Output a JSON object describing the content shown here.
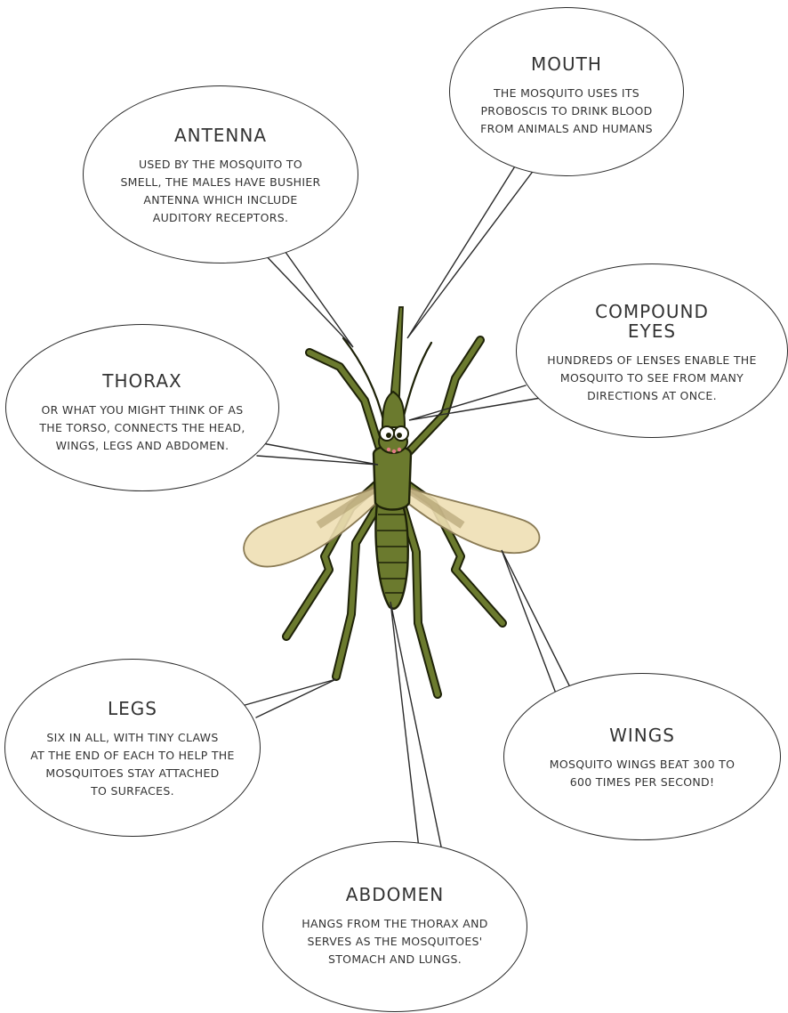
{
  "labels": {
    "mouth": {
      "title": "MOUTH",
      "text": "THE MOSQUITO USES ITS\nPROBOSCIS TO DRINK BLOOD\nFROM ANIMALS AND HUMANS"
    },
    "antenna": {
      "title": "ANTENNA",
      "text": "USED BY THE MOSQUITO TO\nSMELL, THE MALES HAVE BUSHIER\nANTENNA WHICH INCLUDE\nAUDITORY RECEPTORS."
    },
    "compound_eyes": {
      "title": "COMPOUND\nEYES",
      "text": "HUNDREDS OF LENSES ENABLE THE\nMOSQUITO TO SEE FROM MANY\nDIRECTIONS AT ONCE."
    },
    "thorax": {
      "title": "THORAX",
      "text": "OR WHAT YOU MIGHT THINK OF AS\nTHE TORSO, CONNECTS THE HEAD,\nWINGS, LEGS AND ABDOMEN."
    },
    "legs": {
      "title": "LEGS",
      "text": "SIX IN ALL, WITH TINY CLAWS\nAT THE END OF EACH TO HELP THE\nMOSQUITOES STAY ATTACHED\nTO SURFACES."
    },
    "wings": {
      "title": "WINGS",
      "text": "MOSQUITO WINGS BEAT 300 TO\n600 TIMES PER SECOND!"
    },
    "abdomen": {
      "title": "ABDOMEN",
      "text": "HANGS FROM THE THORAX AND\nSERVES AS THE MOSQUITOES'\nSTOMACH AND LUNGS."
    }
  },
  "colors": {
    "body": "#6b7a2e",
    "body_outline": "#1e2208",
    "wing_fill": "#eedfb4",
    "wing_edge": "#8a7b55",
    "bubble_stroke": "#2a2a2a",
    "text": "#333333",
    "mouth_blush": "#e37b84"
  }
}
